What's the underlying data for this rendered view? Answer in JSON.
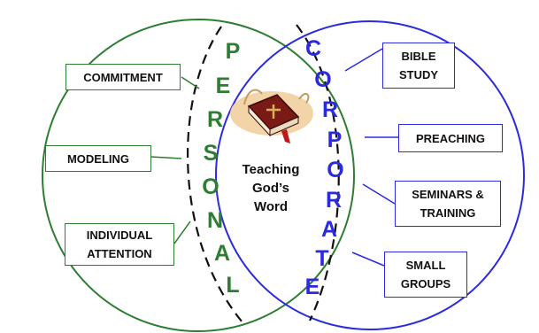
{
  "personal": {
    "word": "PERSONAL",
    "color": "#2e7d32",
    "items": [
      "COMMITMENT",
      "MODELING",
      "INDIVIDUAL\nATTENTION"
    ]
  },
  "corporate": {
    "word": "CORPORATE",
    "color": "#2a2ae0",
    "items": [
      "BIBLE\nSTUDY",
      "PREACHING",
      "SEMINARS &\nTRAINING",
      "SMALL\nGROUPS"
    ]
  },
  "center": {
    "text": "Teaching\nGod’s\nWord",
    "icon": "bible-icon"
  }
}
